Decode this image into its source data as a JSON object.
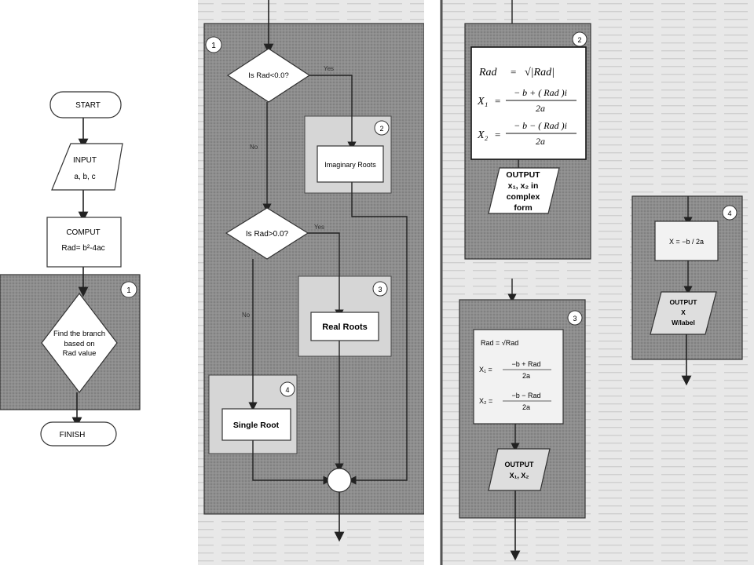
{
  "left_panel": {
    "start": "START",
    "input_title": "INPUT",
    "input_vars": "a, b, c",
    "compute_title": "COMPUT",
    "compute_formula": "Rad= b²-4ac",
    "group_number": "1",
    "branch_line1": "Find the branch",
    "branch_line2": "based on",
    "branch_line3": "Rad value",
    "finish": "FINISH"
  },
  "middle_panel": {
    "group_number": "1",
    "decision1": "Is Rad<0.0?",
    "decision1_yes": "Yes",
    "decision1_no": "No",
    "decision2": "Is Rad>0.0?",
    "decision2_yes": "Yes",
    "decision2_no": "No",
    "box2_number": "2",
    "box2_label": "Imaginary Roots",
    "box3_number": "3",
    "box3_label": "Real Roots",
    "box4_number": "4",
    "box4_label": "Single Root"
  },
  "right_panel": {
    "box2_number": "2",
    "formula": {
      "rad_lhs": "Rad",
      "rad_rhs": "√|Rad|",
      "x1_lhs": "X₁",
      "x1_num": "− b + ( Rad )i",
      "x1_den": "2a",
      "x2_lhs": "X₂",
      "x2_num": "− b − ( Rad )i",
      "x2_den": "2a"
    },
    "output_line1": "OUTPUT",
    "output_line2": "x₁, x₂ in",
    "output_line3": "complex",
    "output_line4": "form",
    "box3_number": "3",
    "real_rad": "Rad = √Rad",
    "real_x1_lhs": "X₁ =",
    "real_x1_num": "−b + Rad",
    "real_x1_den": "2a",
    "real_x2_lhs": "X₂ =",
    "real_x2_num": "−b − Rad",
    "real_x2_den": "2a",
    "real_output1": "OUTPUT",
    "real_output2": "X₁, X₂",
    "box4_number": "4",
    "single_x": "X = −b / 2a",
    "single_output1": "OUTPUT",
    "single_output2": "X",
    "single_output3": "W/label"
  },
  "colors": {
    "paper": "#e6e6e6",
    "shaded": "#8c8c8c",
    "inner_light": "#d9d9d9",
    "line": "#222222"
  }
}
